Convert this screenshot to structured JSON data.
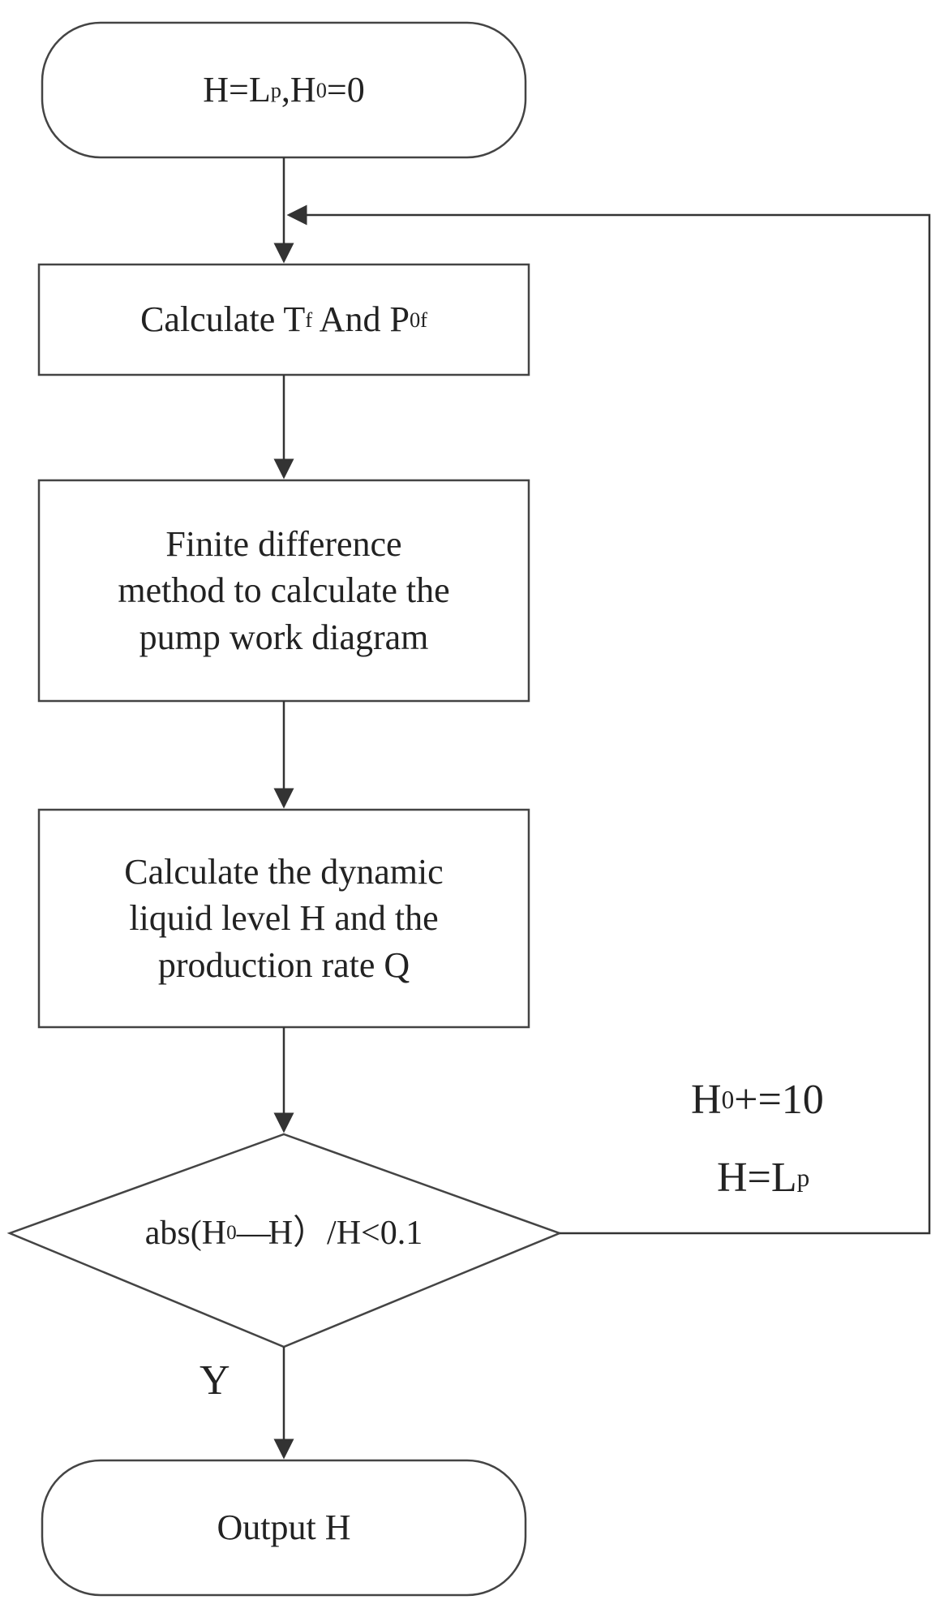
{
  "nodes": {
    "start": {
      "main": "H=L",
      "sub": "p",
      "rest": ",H",
      "sub2": "0",
      "tail": "=0"
    },
    "calc_tf": {
      "main": "Calculate T",
      "sub": "f",
      "mid": " And P",
      "sub2": "0f"
    },
    "fdm": {
      "line1": "Finite difference",
      "line2": "method to calculate the",
      "line3": "pump work diagram"
    },
    "level": {
      "line1": "Calculate the dynamic",
      "line2": "liquid level H and the",
      "line3": "production rate Q"
    },
    "decision": {
      "pre": "abs(H",
      "sub": "0",
      "dash": "—",
      "post": "H）/H<0.1"
    },
    "end": {
      "label": "Output H"
    }
  },
  "edges": {
    "yes_label": "Y",
    "loop_label_1": {
      "main": "H",
      "sub": "0",
      "tail": "+=10"
    },
    "loop_label_2": {
      "main": "H=L",
      "sub": "p"
    }
  }
}
